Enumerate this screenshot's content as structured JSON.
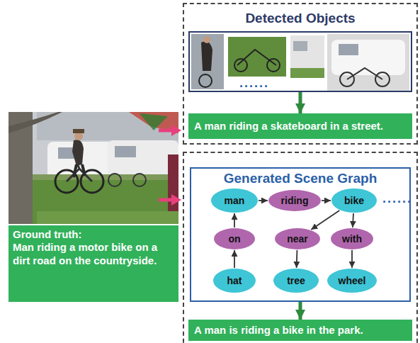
{
  "diagram": {
    "nodes": [
      {
        "text": [
          "Ground truth:",
          "Man riding a motor bike on a dirt road on the countryside."
        ]
      },
      {
        "text": [
          "Detected Objects"
        ]
      },
      {
        "text": [
          "......"
        ],
        "in": 1
      },
      {
        "text": [
          "A man riding a skateboard in a street."
        ],
        "in": 1
      },
      {
        "text": [
          "Generated Scene Graph"
        ]
      },
      {
        "text": [
          "man"
        ],
        "in": 4
      },
      {
        "text": [
          "riding"
        ],
        "in": 4
      },
      {
        "text": [
          "bike"
        ],
        "in": 4
      },
      {
        "text": [
          "on"
        ],
        "in": 4
      },
      {
        "text": [
          "near"
        ],
        "in": 4
      },
      {
        "text": [
          "with"
        ],
        "in": 4
      },
      {
        "text": [
          "hat"
        ],
        "in": 4
      },
      {
        "text": [
          "tree"
        ],
        "in": 4
      },
      {
        "text": [
          "wheel"
        ],
        "in": 4
      },
      {
        "text": [
          "A man is riding a bike in the park."
        ]
      }
    ],
    "edges": [
      {
        "from": 2,
        "to": 3,
        "arrow": "to"
      },
      {
        "from": 4,
        "to": 14,
        "arrow": "to"
      },
      {
        "from": 5,
        "to": 6,
        "arrow": "to"
      },
      {
        "from": 6,
        "to": 7,
        "arrow": "to"
      },
      {
        "from": 11,
        "to": 8,
        "arrow": "to"
      },
      {
        "from": 8,
        "to": 5,
        "arrow": "to"
      },
      {
        "from": 7,
        "to": 9,
        "arrow": "to"
      },
      {
        "from": 9,
        "to": 12,
        "arrow": "to"
      },
      {
        "from": 7,
        "to": 10,
        "arrow": "to"
      },
      {
        "from": 10,
        "to": 13,
        "arrow": "to"
      }
    ],
    "labels": [
      "......"
    ]
  }
}
